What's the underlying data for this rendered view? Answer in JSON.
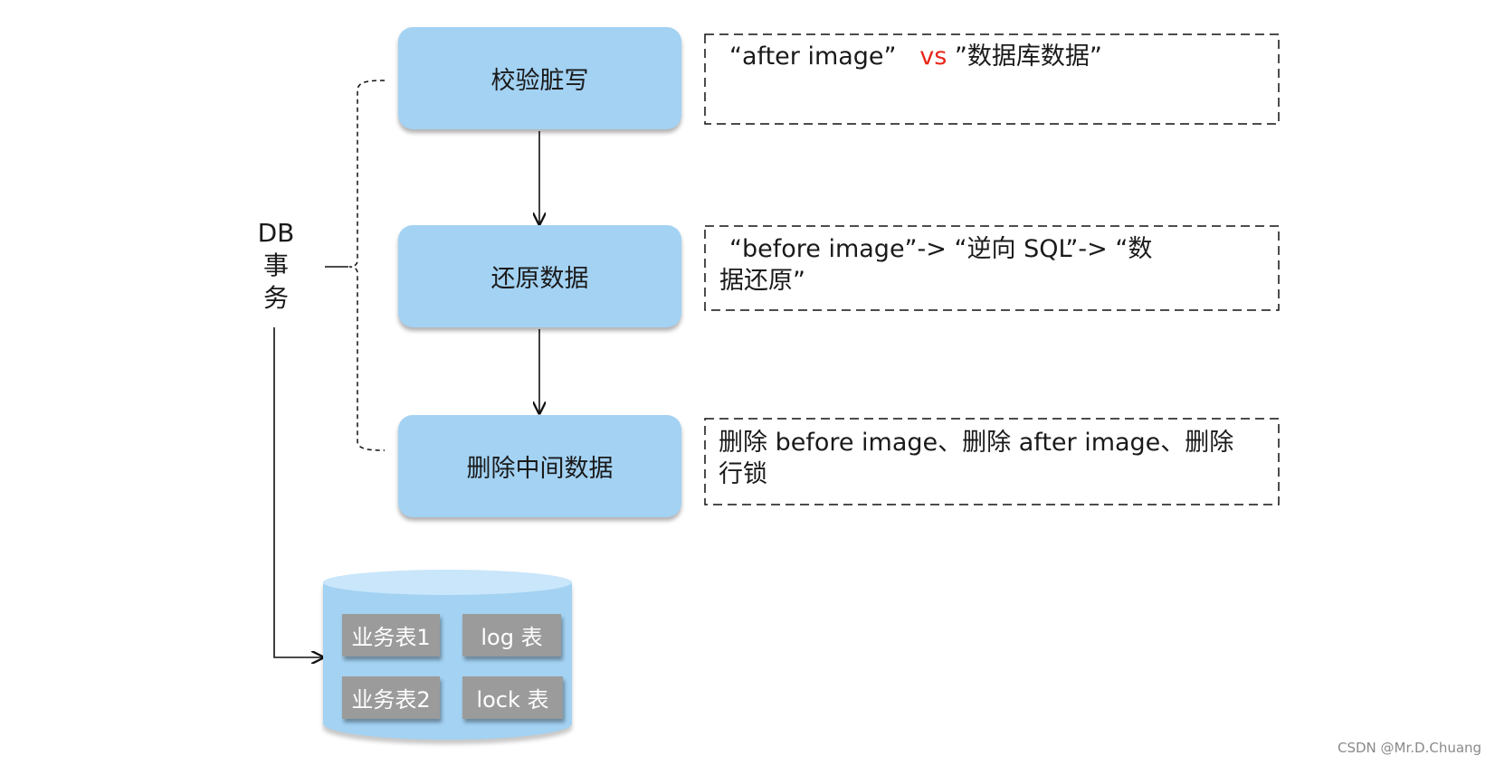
{
  "db_transaction": {
    "chars": [
      "DB",
      "事",
      "务"
    ]
  },
  "steps": [
    {
      "label": "校验脏写"
    },
    {
      "label": "还原数据"
    },
    {
      "label": "删除中间数据"
    }
  ],
  "notes": {
    "verify": {
      "part1": "“after  image”",
      "vs": "vs",
      "part2": "”数据库数据”"
    },
    "restore": {
      "line1": "“before image”-> “逆向 SQL”-> “数",
      "line2": "据还原”"
    },
    "delete": {
      "line1": "删除 before image、删除 after image、删除",
      "line2": "行锁"
    }
  },
  "database": {
    "tables": [
      "业务表1",
      "log 表",
      "业务表2",
      "lock 表"
    ]
  },
  "colors": {
    "step_fill": "#a3d2f3",
    "accent_red": "#e8261a",
    "table_fill": "#9b9b9b"
  },
  "credit": "CSDN @Mr.D.Chuang"
}
